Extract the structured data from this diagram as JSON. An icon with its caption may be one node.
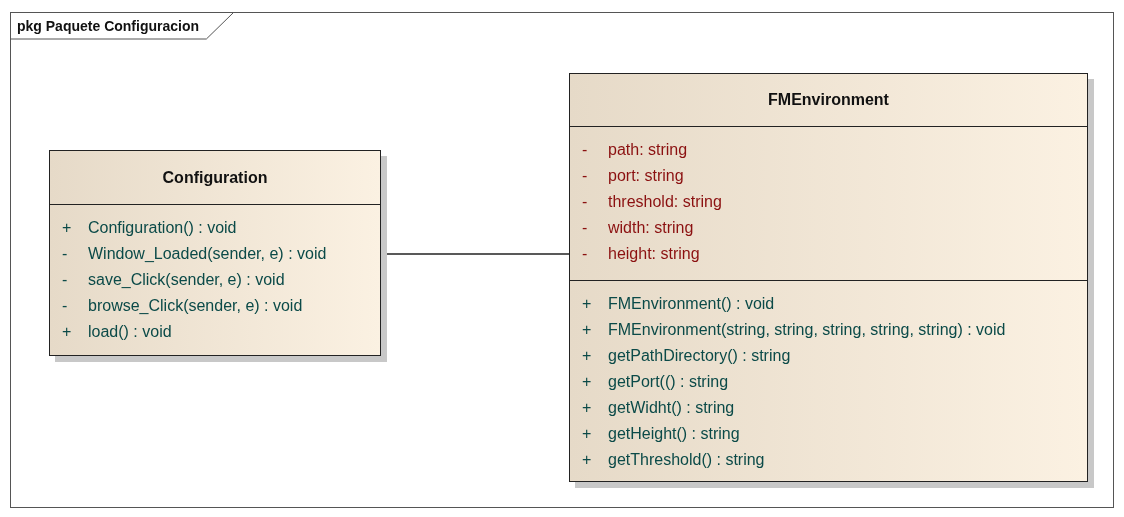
{
  "diagram": {
    "nodes": [
      {
        "text": [
          "pkg Paquete Configuracion"
        ]
      },
      {
        "text": [
          "Configuration",
          "+",
          "Configuration() : void",
          "-",
          "Window_Loaded(sender, e) : void",
          "-",
          "save_Click(sender, e) : void",
          "-",
          "browse_Click(sender, e) : void",
          "+",
          "load() : void"
        ],
        "in": 0
      },
      {
        "text": [
          "FMEnvironment",
          "-",
          "path:  string",
          "-",
          "port:  string",
          "-",
          "threshold:  string",
          "-",
          "width:  string",
          "-",
          "height:  string",
          "+",
          "FMEnvironment() : void",
          "+",
          "FMEnvironment(string, string, string, string, string) : void",
          "+",
          "getPathDirectory() : string",
          "+",
          "getPort(() : string",
          "+",
          "getWidht() : string",
          "+",
          "getHeight() : string",
          "+",
          "getThreshold() : string"
        ],
        "in": 0
      }
    ],
    "edges": [
      {
        "from": 1,
        "to": 2,
        "arrow": "none"
      }
    ]
  }
}
